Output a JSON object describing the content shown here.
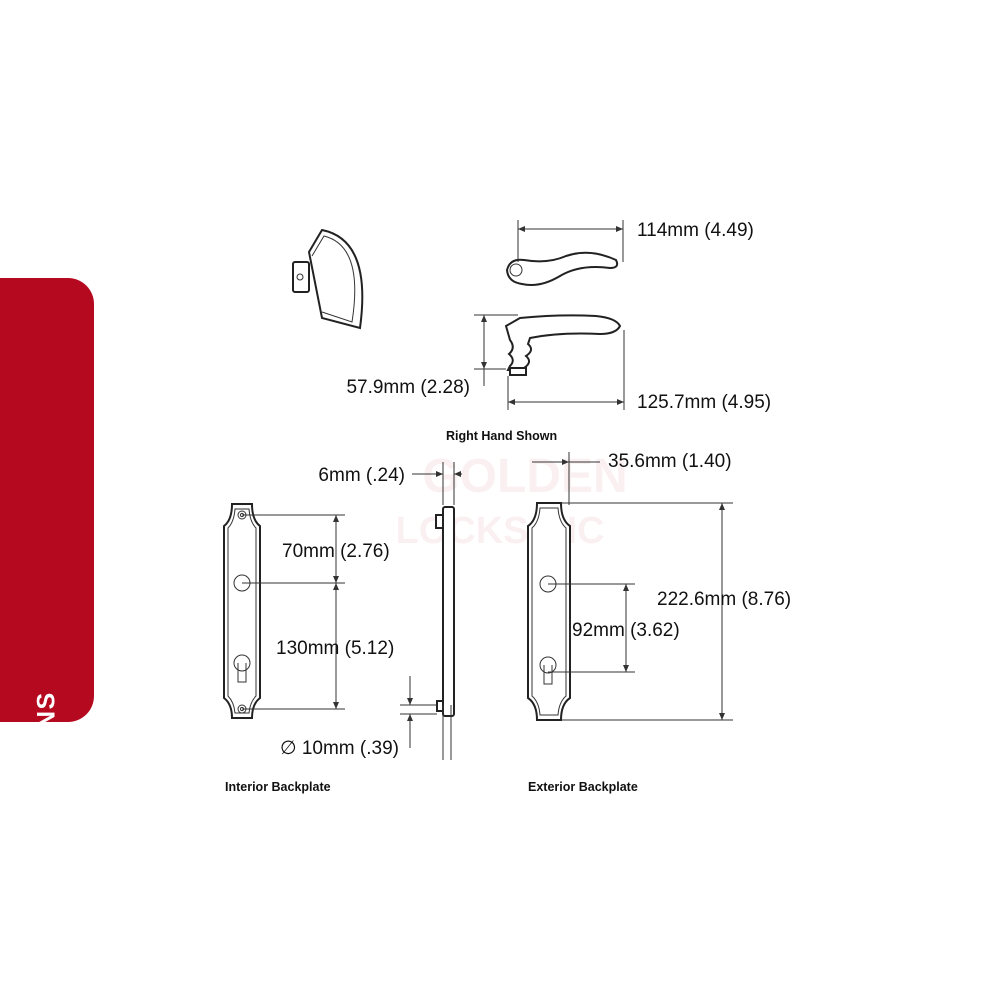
{
  "sidebar": {
    "label": "DIMENSIONS",
    "color": "#b5091f"
  },
  "watermark": {
    "line1": "GOLDEN",
    "line2": "LOCKS INC"
  },
  "captions": {
    "right_hand_shown": "Right Hand Shown",
    "interior_backplate": "Interior Backplate",
    "exterior_backplate": "Exterior Backplate"
  },
  "dimensions": {
    "lever_length_top": "114mm (4.49)",
    "lever_height": "57.9mm (2.28)",
    "lever_length": "125.7mm (4.95)",
    "plate_thickness": "6mm (.24)",
    "plate_depth": "35.6mm (1.40)",
    "spindle_to_top": "70mm (2.76)",
    "spindle_to_cylinder": "130mm (5.12)",
    "spindle_diameter": "∅ 10mm (.39)",
    "plate_height": "222.6mm (8.76)",
    "exterior_spindle_to_cylinder": "92mm (3.62)"
  }
}
